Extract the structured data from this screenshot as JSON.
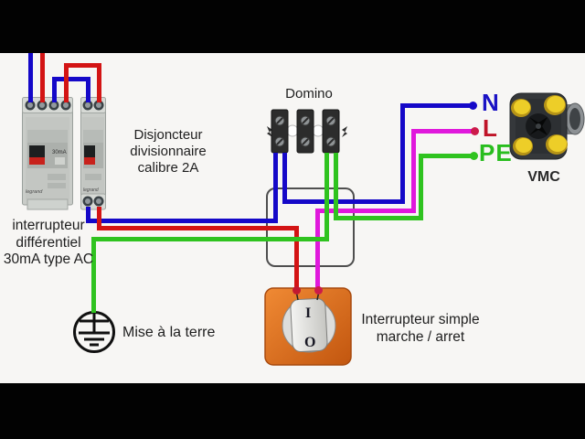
{
  "labels": {
    "domino": "Domino",
    "disjoncteur": [
      "Disjoncteur",
      "divisionnaire",
      "calibre 2A"
    ],
    "differentiel": [
      "interrupteur",
      "différentiel",
      "30mA type AC"
    ],
    "earth": "Mise à la terre",
    "switch": [
      "Interrupteur simple",
      "marche / arret"
    ],
    "vmc": "VMC"
  },
  "terminals": {
    "neutral": "N",
    "line": "L",
    "earth": "PE"
  },
  "switch_marks": {
    "on": "I",
    "off": "O"
  },
  "device_markings": {
    "rcd_rating": "30mA",
    "brand": "legrand"
  },
  "colors": {
    "neutral_wire": "#1508c8",
    "phase_wire": "#d31414",
    "switched_phase_wire": "#e018dc",
    "earth_wire": "#2fc31f",
    "n_label": "#1a12c4",
    "l_label": "#bf1327",
    "pe_label": "#28bd1e",
    "switch_plate_orange": "#e07020"
  }
}
